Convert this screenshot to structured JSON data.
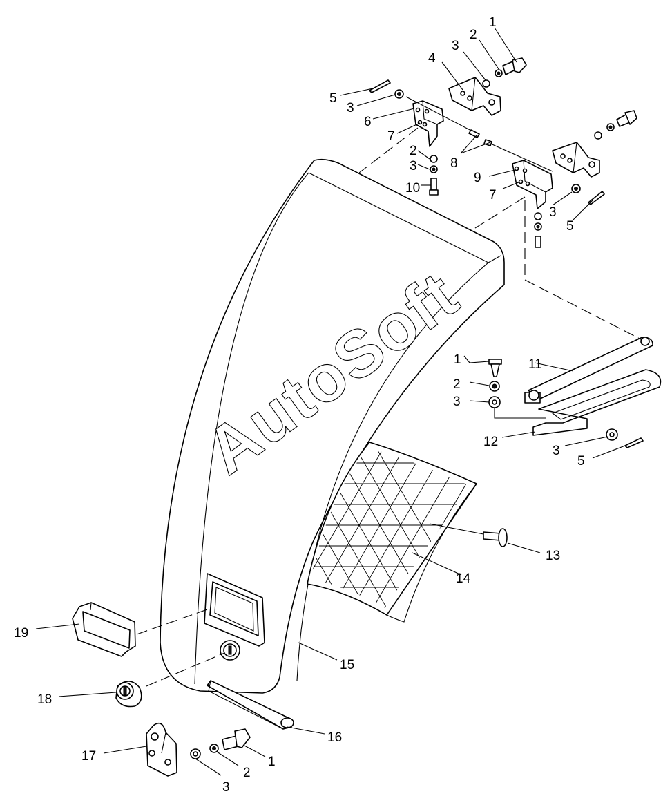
{
  "watermark": "AutoSoft",
  "labels": {
    "l1_top": "1",
    "l2_top": "2",
    "l3_top": "3",
    "l4": "4",
    "l5_left": "5",
    "l3_left": "3",
    "l6": "6",
    "l7_left": "7",
    "l8": "8",
    "l2_mid": "2",
    "l3_mid": "3",
    "l10": "10",
    "l9": "9",
    "l7_right": "7",
    "l3_right": "3",
    "l5_right": "5",
    "l11": "11",
    "l1_mid": "1",
    "l2_lower": "2",
    "l3_lower": "3",
    "l12": "12",
    "l3_slot": "3",
    "l5_slot": "5",
    "l13": "13",
    "l14": "14",
    "l15": "15",
    "l16": "16",
    "l17": "17",
    "l18": "18",
    "l19": "19",
    "l1_bottom": "1",
    "l2_bottom": "2",
    "l3_bottom": "3"
  }
}
